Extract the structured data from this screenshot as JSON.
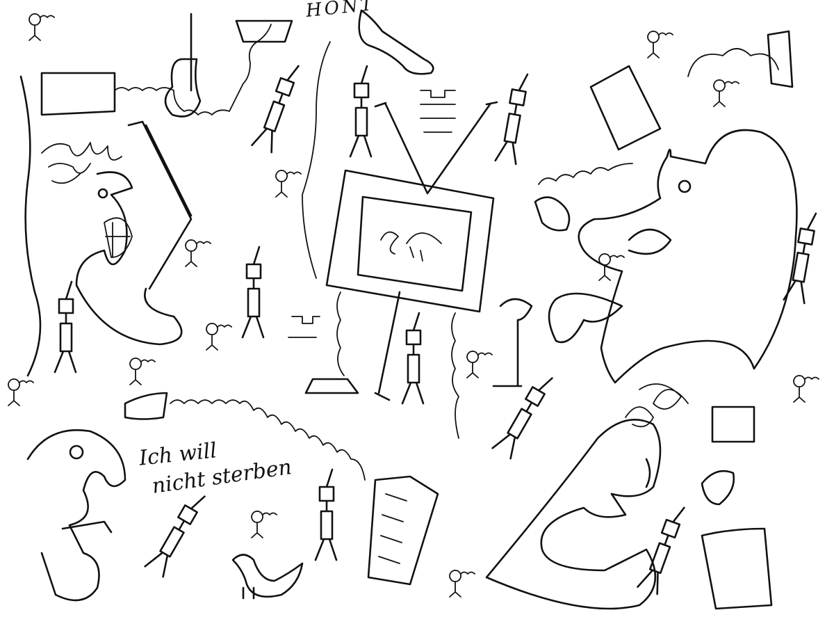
{
  "drawing": {
    "top_label": "HONT",
    "speech": {
      "line1": "Ich will",
      "line2": "nicht sterben"
    },
    "ink_color": "#111111",
    "paper_color": "#ffffff"
  }
}
